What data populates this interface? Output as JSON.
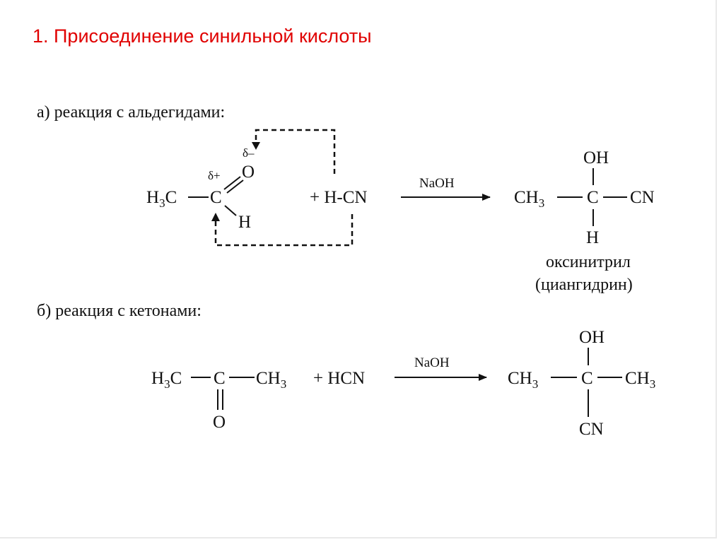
{
  "slide": {
    "title": "1. Присоединение синильной кислоты"
  },
  "aldehydes": {
    "heading": "а) реакция с альдегидами:",
    "reactant": {
      "h3c_h": "H",
      "h3c_3": "3",
      "h3c_c": "C",
      "carbon": "C",
      "oxygen": "O",
      "hydrogen": "H",
      "delta_plus": "δ+",
      "delta_minus": "δ–"
    },
    "reagent": "+ H-CN",
    "catalyst": "NaOH",
    "product": {
      "oh": "OH",
      "ch3_ch": "CH",
      "ch3_3": "3",
      "carbon": "C",
      "cn": "CN",
      "h": "H"
    },
    "product_name_1": "оксинитрил",
    "product_name_2": "(циангидрин)"
  },
  "ketones": {
    "heading": "б) реакция с кетонами:",
    "reactant": {
      "h3c_h": "H",
      "h3c_3": "3",
      "h3c_c": "C",
      "carbon": "C",
      "ch3_ch": "CH",
      "ch3_3": "3",
      "oxygen": "O"
    },
    "reagent": "+ HCN",
    "catalyst": "NaOH",
    "product": {
      "oh": "OH",
      "left_ch": "CH",
      "left_3": "3",
      "carbon": "C",
      "right_ch": "CH",
      "right_3": "3",
      "cn": "CN"
    }
  },
  "colors": {
    "title": "#e00000",
    "text": "#111111"
  }
}
